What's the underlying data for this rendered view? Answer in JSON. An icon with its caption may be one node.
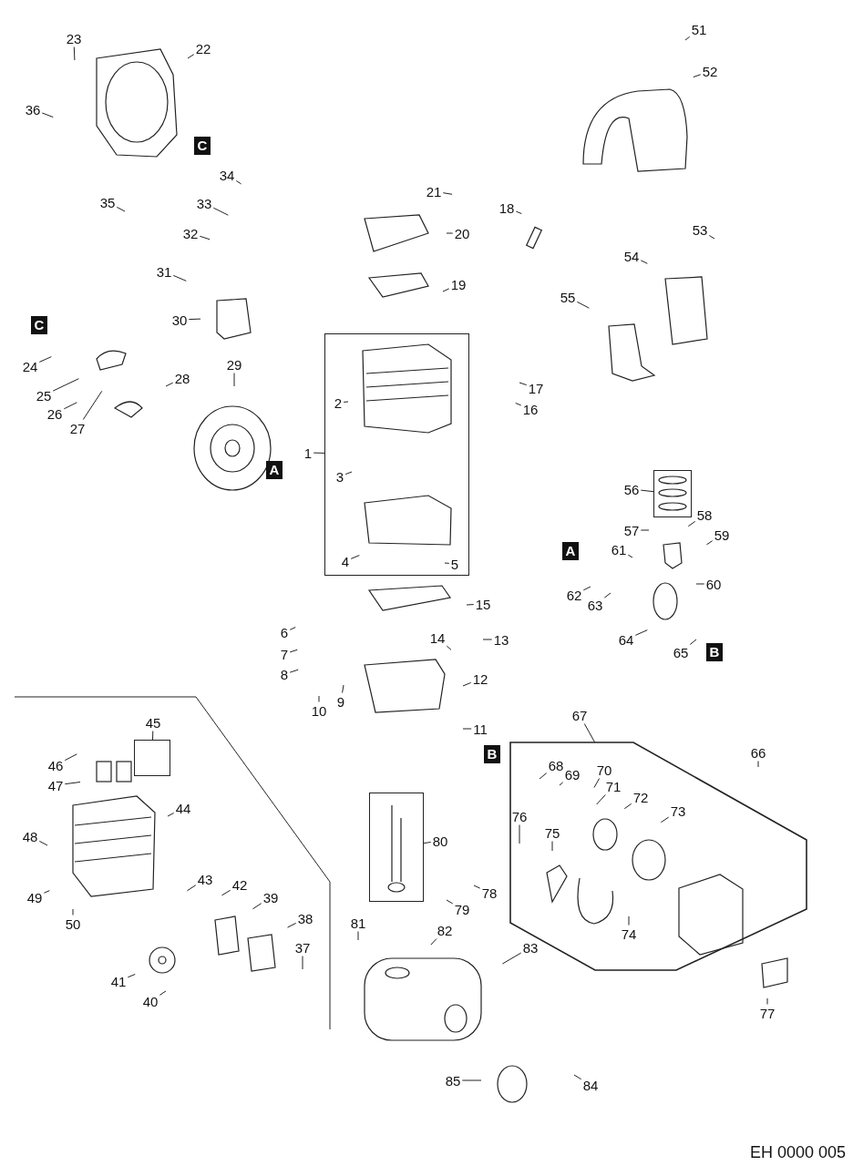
{
  "diagram": {
    "nodes": [
      {
        "text": [
          "1"
        ]
      },
      {
        "text": [],
        "shape": "box"
      },
      {
        "text": [
          "2"
        ],
        "in": 1
      },
      {
        "text": [
          "3"
        ],
        "in": 1
      },
      {
        "text": [
          "4"
        ],
        "in": 1
      },
      {
        "text": [
          "5"
        ],
        "in": 1
      },
      {
        "text": [
          "6"
        ]
      },
      {
        "text": [
          "7"
        ]
      },
      {
        "text": [
          "8"
        ]
      },
      {
        "text": [
          "9"
        ]
      },
      {
        "text": [
          "10"
        ]
      },
      {
        "text": [
          "11"
        ]
      },
      {
        "text": [
          "12"
        ]
      },
      {
        "text": [
          "13"
        ]
      },
      {
        "text": [
          "14"
        ]
      },
      {
        "text": [
          "15"
        ]
      },
      {
        "text": [
          "16"
        ]
      },
      {
        "text": [
          "17"
        ]
      },
      {
        "text": [
          "18"
        ]
      },
      {
        "text": [
          "19"
        ]
      },
      {
        "text": [
          "20"
        ]
      },
      {
        "text": [
          "21"
        ]
      },
      {
        "text": [
          "22"
        ]
      },
      {
        "text": [
          "23"
        ]
      },
      {
        "text": [
          "24"
        ]
      },
      {
        "text": [
          "25"
        ]
      },
      {
        "text": [
          "26"
        ]
      },
      {
        "text": [
          "27"
        ]
      },
      {
        "text": [
          "28"
        ]
      },
      {
        "text": [
          "29"
        ]
      },
      {
        "text": [
          "30"
        ]
      },
      {
        "text": [
          "31"
        ]
      },
      {
        "text": [
          "32"
        ]
      },
      {
        "text": [
          "33"
        ]
      },
      {
        "text": [
          "34"
        ]
      },
      {
        "text": [
          "35"
        ]
      },
      {
        "text": [
          "36"
        ]
      },
      {
        "text": [
          "37"
        ]
      },
      {
        "text": [
          "38"
        ]
      },
      {
        "text": [
          "39"
        ]
      },
      {
        "text": [
          "40"
        ]
      },
      {
        "text": [
          "41"
        ]
      },
      {
        "text": [
          "42"
        ]
      },
      {
        "text": [
          "43"
        ]
      },
      {
        "text": [
          "44"
        ]
      },
      {
        "text": [
          "45"
        ]
      },
      {
        "text": [],
        "shape": "box"
      },
      {
        "text": [
          "46"
        ]
      },
      {
        "text": [
          "47"
        ]
      },
      {
        "text": [
          "48"
        ]
      },
      {
        "text": [
          "49"
        ]
      },
      {
        "text": [
          "50"
        ]
      },
      {
        "text": [
          "51"
        ]
      },
      {
        "text": [
          "52"
        ]
      },
      {
        "text": [
          "53"
        ]
      },
      {
        "text": [
          "54"
        ]
      },
      {
        "text": [
          "55"
        ]
      },
      {
        "text": [
          "56"
        ]
      },
      {
        "text": [],
        "shape": "box"
      },
      {
        "text": [
          "57"
        ]
      },
      {
        "text": [
          "58"
        ]
      },
      {
        "text": [
          "59"
        ]
      },
      {
        "text": [
          "60"
        ]
      },
      {
        "text": [
          "61"
        ]
      },
      {
        "text": [
          "62"
        ]
      },
      {
        "text": [
          "63"
        ]
      },
      {
        "text": [
          "64"
        ]
      },
      {
        "text": [
          "65"
        ]
      },
      {
        "text": [
          "66"
        ]
      },
      {
        "text": [
          "67"
        ]
      },
      {
        "text": [],
        "shape": "box"
      },
      {
        "text": [
          "68"
        ],
        "in": 70
      },
      {
        "text": [
          "69"
        ],
        "in": 70
      },
      {
        "text": [
          "70"
        ],
        "in": 70
      },
      {
        "text": [
          "71"
        ],
        "in": 70
      },
      {
        "text": [
          "72"
        ],
        "in": 70
      },
      {
        "text": [
          "73"
        ],
        "in": 70
      },
      {
        "text": [
          "74"
        ],
        "in": 70
      },
      {
        "text": [
          "75"
        ],
        "in": 70
      },
      {
        "text": [
          "76"
        ],
        "in": 70
      },
      {
        "text": [
          "77"
        ]
      },
      {
        "text": [
          "78"
        ]
      },
      {
        "text": [
          "79"
        ]
      },
      {
        "text": [
          "80"
        ]
      },
      {
        "text": [],
        "shape": "box"
      },
      {
        "text": [
          "81"
        ]
      },
      {
        "text": [
          "82"
        ]
      },
      {
        "text": [
          "83"
        ]
      },
      {
        "text": [
          "84"
        ]
      },
      {
        "text": [
          "85"
        ]
      }
    ],
    "edges": [
      {
        "from": 0,
        "to": 1,
        "arrow": "none"
      },
      {
        "from": 2,
        "to": null,
        "arrow": "none"
      },
      {
        "from": 3,
        "to": null,
        "arrow": "none"
      },
      {
        "from": 4,
        "to": null,
        "arrow": "none"
      },
      {
        "from": 5,
        "to": null,
        "arrow": "none"
      },
      {
        "from": 6,
        "to": null,
        "arrow": "none"
      },
      {
        "from": 7,
        "to": null,
        "arrow": "none"
      },
      {
        "from": 8,
        "to": null,
        "arrow": "none"
      },
      {
        "from": 9,
        "to": null,
        "arrow": "none"
      },
      {
        "from": 10,
        "to": null,
        "arrow": "none"
      },
      {
        "from": 11,
        "to": null,
        "arrow": "none"
      },
      {
        "from": 12,
        "to": null,
        "arrow": "none"
      },
      {
        "from": 13,
        "to": null,
        "arrow": "none"
      },
      {
        "from": 14,
        "to": null,
        "arrow": "none"
      },
      {
        "from": 15,
        "to": null,
        "arrow": "none"
      },
      {
        "from": 16,
        "to": null,
        "arrow": "none"
      },
      {
        "from": 17,
        "to": null,
        "arrow": "none"
      },
      {
        "from": 18,
        "to": null,
        "arrow": "none"
      },
      {
        "from": 19,
        "to": null,
        "arrow": "none"
      },
      {
        "from": 20,
        "to": null,
        "arrow": "none"
      },
      {
        "from": 21,
        "to": null,
        "arrow": "none"
      },
      {
        "from": 22,
        "to": null,
        "arrow": "none"
      },
      {
        "from": 23,
        "to": null,
        "arrow": "none"
      },
      {
        "from": 24,
        "to": null,
        "arrow": "none"
      },
      {
        "from": 25,
        "to": null,
        "arrow": "none"
      },
      {
        "from": 26,
        "to": null,
        "arrow": "none"
      },
      {
        "from": 27,
        "to": null,
        "arrow": "none"
      },
      {
        "from": 28,
        "to": null,
        "arrow": "none"
      },
      {
        "from": 29,
        "to": null,
        "arrow": "none"
      },
      {
        "from": 30,
        "to": null,
        "arrow": "none"
      },
      {
        "from": 31,
        "to": null,
        "arrow": "none"
      },
      {
        "from": 32,
        "to": null,
        "arrow": "none"
      },
      {
        "from": 33,
        "to": null,
        "arrow": "none"
      },
      {
        "from": 34,
        "to": null,
        "arrow": "none"
      },
      {
        "from": 35,
        "to": null,
        "arrow": "none"
      },
      {
        "from": 36,
        "to": null,
        "arrow": "none"
      },
      {
        "from": 37,
        "to": null,
        "arrow": "none"
      },
      {
        "from": 38,
        "to": null,
        "arrow": "none"
      },
      {
        "from": 39,
        "to": null,
        "arrow": "none"
      },
      {
        "from": 40,
        "to": null,
        "arrow": "none"
      },
      {
        "from": 41,
        "to": null,
        "arrow": "none"
      },
      {
        "from": 42,
        "to": null,
        "arrow": "none"
      },
      {
        "from": 43,
        "to": null,
        "arrow": "none"
      },
      {
        "from": 44,
        "to": null,
        "arrow": "none"
      },
      {
        "from": 45,
        "to": 46,
        "arrow": "none"
      },
      {
        "from": 47,
        "to": null,
        "arrow": "none"
      },
      {
        "from": 48,
        "to": null,
        "arrow": "none"
      },
      {
        "from": 49,
        "to": null,
        "arrow": "none"
      },
      {
        "from": 50,
        "to": null,
        "arrow": "none"
      },
      {
        "from": 51,
        "to": null,
        "arrow": "none"
      },
      {
        "from": 52,
        "to": null,
        "arrow": "none"
      },
      {
        "from": 53,
        "to": null,
        "arrow": "none"
      },
      {
        "from": 54,
        "to": null,
        "arrow": "none"
      },
      {
        "from": 55,
        "to": null,
        "arrow": "none"
      },
      {
        "from": 56,
        "to": null,
        "arrow": "none"
      },
      {
        "from": 57,
        "to": 58,
        "arrow": "none"
      },
      {
        "from": 59,
        "to": null,
        "arrow": "none"
      },
      {
        "from": 60,
        "to": null,
        "arrow": "none"
      },
      {
        "from": 61,
        "to": null,
        "arrow": "none"
      },
      {
        "from": 62,
        "to": null,
        "arrow": "none"
      },
      {
        "from": 63,
        "to": null,
        "arrow": "none"
      },
      {
        "from": 64,
        "to": null,
        "arrow": "none"
      },
      {
        "from": 65,
        "to": null,
        "arrow": "none"
      },
      {
        "from": 66,
        "to": null,
        "arrow": "none"
      },
      {
        "from": 67,
        "to": null,
        "arrow": "none"
      },
      {
        "from": 68,
        "to": null,
        "arrow": "none"
      },
      {
        "from": 69,
        "to": 70,
        "arrow": "none"
      },
      {
        "from": 71,
        "to": null,
        "arrow": "none"
      },
      {
        "from": 72,
        "to": null,
        "arrow": "none"
      },
      {
        "from": 73,
        "to": null,
        "arrow": "none"
      },
      {
        "from": 74,
        "to": null,
        "arrow": "none"
      },
      {
        "from": 75,
        "to": null,
        "arrow": "none"
      },
      {
        "from": 76,
        "to": null,
        "arrow": "none"
      },
      {
        "from": 77,
        "to": null,
        "arrow": "none"
      },
      {
        "from": 78,
        "to": null,
        "arrow": "none"
      },
      {
        "from": 79,
        "to": null,
        "arrow": "none"
      },
      {
        "from": 80,
        "to": null,
        "arrow": "none"
      },
      {
        "from": 81,
        "to": null,
        "arrow": "none"
      },
      {
        "from": 82,
        "to": null,
        "arrow": "none"
      },
      {
        "from": 83,
        "to": 84,
        "arrow": "none"
      },
      {
        "from": 85,
        "to": null,
        "arrow": "none"
      },
      {
        "from": 86,
        "to": null,
        "arrow": "none"
      },
      {
        "from": 87,
        "to": null,
        "arrow": "none"
      },
      {
        "from": 88,
        "to": null,
        "arrow": "none"
      },
      {
        "from": 89,
        "to": null,
        "arrow": "none"
      }
    ],
    "labels": [
      "C",
      "C",
      "A",
      "A",
      "B",
      "B",
      "EH 0000 005"
    ]
  }
}
